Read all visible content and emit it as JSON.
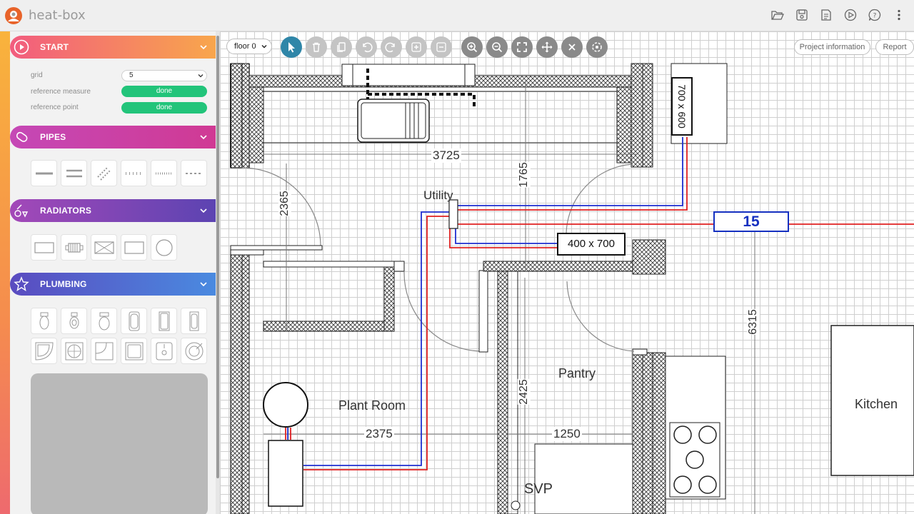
{
  "app": {
    "title": "heat-box"
  },
  "topbar": {
    "icons": [
      "folder-open-icon",
      "save-icon",
      "export-icon",
      "play-icon",
      "help-icon",
      "more-vert-icon"
    ]
  },
  "sidebar": {
    "sections": [
      {
        "id": "start",
        "label": "START"
      },
      {
        "id": "pipes",
        "label": "PIPES"
      },
      {
        "id": "radiators",
        "label": "RADIATORS"
      },
      {
        "id": "plumbing",
        "label": "PLUMBING"
      }
    ],
    "start": {
      "grid_label": "grid",
      "grid_value": "5",
      "reference_measure_label": "reference measure",
      "reference_measure_status": "done",
      "reference_point_label": "reference point",
      "reference_point_status": "done"
    }
  },
  "toolbar": {
    "floor_value": "floor 0",
    "buttons": [
      "select",
      "delete",
      "copy",
      "undo",
      "redo",
      "add",
      "remove",
      "zoom-in",
      "zoom-out",
      "fit",
      "move",
      "close",
      "rotate"
    ],
    "project_info_label": "Project information",
    "report_label": "Report"
  },
  "plan": {
    "rooms": [
      "Utility",
      "Plant Room",
      "Pantry",
      "Kitchen",
      "SVP"
    ],
    "dimensions": [
      "3725",
      "1765",
      "2365",
      "2425",
      "2375",
      "1250",
      "6315"
    ],
    "radiator_labels": [
      "700 x 600",
      "400 x 700"
    ],
    "pipe_label": "15"
  },
  "colors": {
    "accent": "#2f86a8",
    "done": "#22c47a",
    "pipe_flow": "#e02020",
    "pipe_return": "#1f2fd0",
    "label_blue": "#1530c0"
  }
}
